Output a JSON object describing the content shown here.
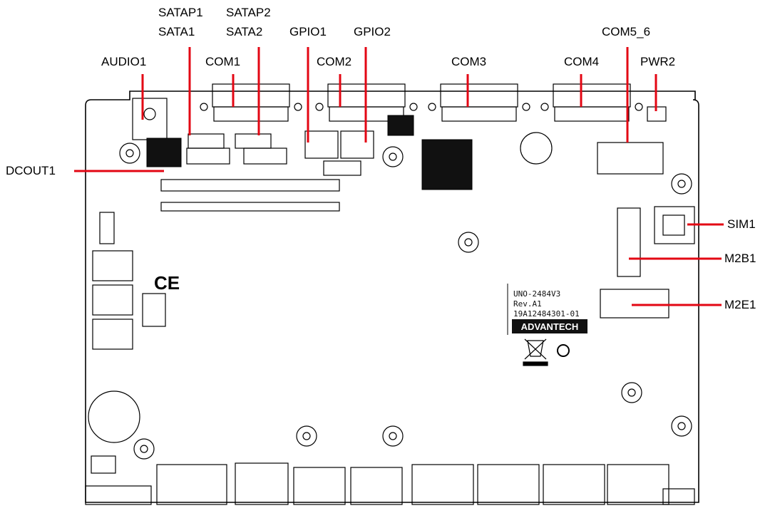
{
  "callouts": {
    "satap1": "SATAP1",
    "sata1": "SATA1",
    "satap2": "SATAP2",
    "sata2": "SATA2",
    "gpio1": "GPIO1",
    "gpio2": "GPIO2",
    "com5_6": "COM5_6",
    "audio1": "AUDIO1",
    "com1": "COM1",
    "com2": "COM2",
    "com3": "COM3",
    "com4": "COM4",
    "pwr2": "PWR2",
    "dcout1": "DCOUT1",
    "sim1": "SIM1",
    "m2b1": "M2B1",
    "m2e1": "M2E1"
  },
  "board": {
    "model": "UNO-2484V3",
    "revision": "Rev.A1",
    "part_number": "19A12484301-01",
    "brand": "ADVANTECH",
    "ce_mark": "CE"
  },
  "colors": {
    "callout_line": "#e30613",
    "outline": "#000000",
    "background": "#ffffff"
  }
}
